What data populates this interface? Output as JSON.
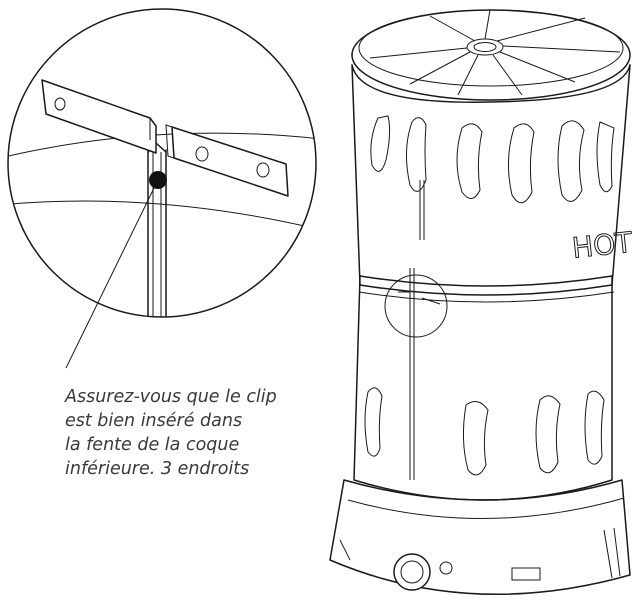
{
  "caption": {
    "lines": [
      "Assurez-vous que le clip",
      "est bien inséré dans",
      "la fente de la coque",
      "inférieure. 3 endroits"
    ]
  },
  "heater_label": "HOT"
}
